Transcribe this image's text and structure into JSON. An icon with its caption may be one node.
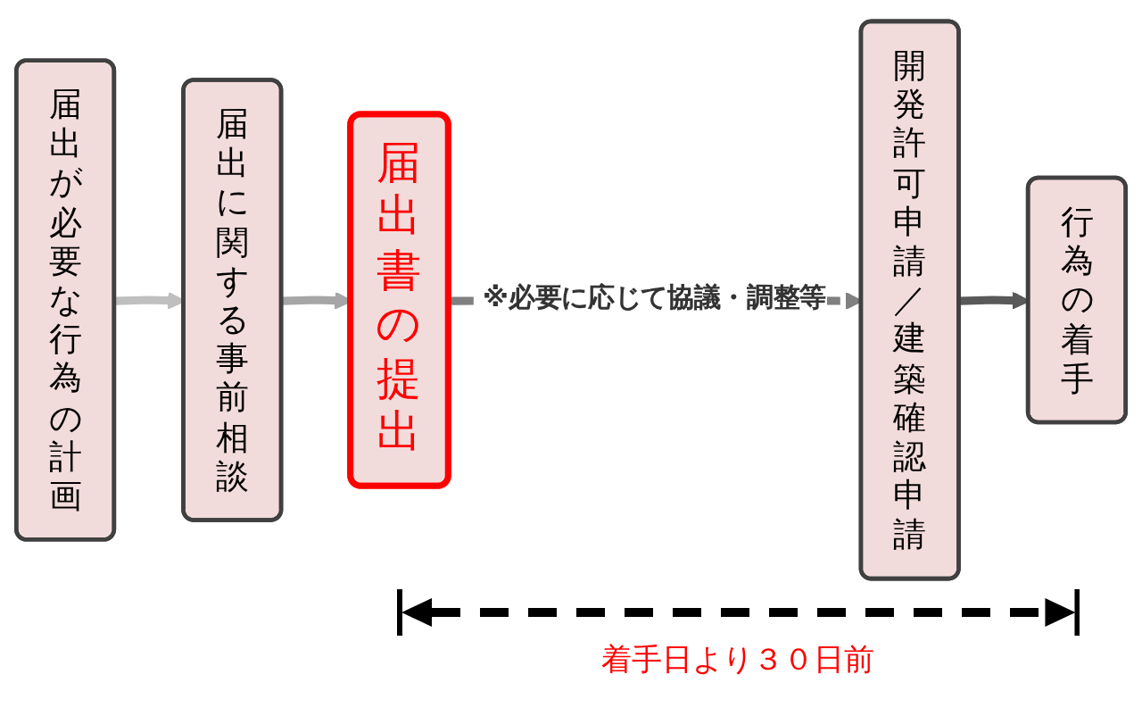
{
  "diagram": {
    "nodes": [
      {
        "text": [
          "届出が必要な行為の計画"
        ]
      },
      {
        "text": [
          "届出に関する事前相談"
        ]
      },
      {
        "text": [
          "届出書の提出"
        ]
      },
      {
        "text": [
          "開発許可申請／建築確認申請"
        ]
      },
      {
        "text": [
          "行為の着手"
        ]
      }
    ],
    "edges": [
      {
        "from": 0,
        "to": 1,
        "arrow": "to",
        "color": "#bfbfbf"
      },
      {
        "from": 1,
        "to": 2,
        "arrow": "to",
        "color": "#a6a6a6"
      },
      {
        "from": 2,
        "to": 3,
        "arrow": "to",
        "label": "※必要に応じて協議・調整等",
        "style": "dashed",
        "color": "#808080"
      },
      {
        "from": 3,
        "to": 4,
        "arrow": "to",
        "color": "#595959"
      }
    ],
    "labels": [
      "着手日より３０日前"
    ]
  }
}
